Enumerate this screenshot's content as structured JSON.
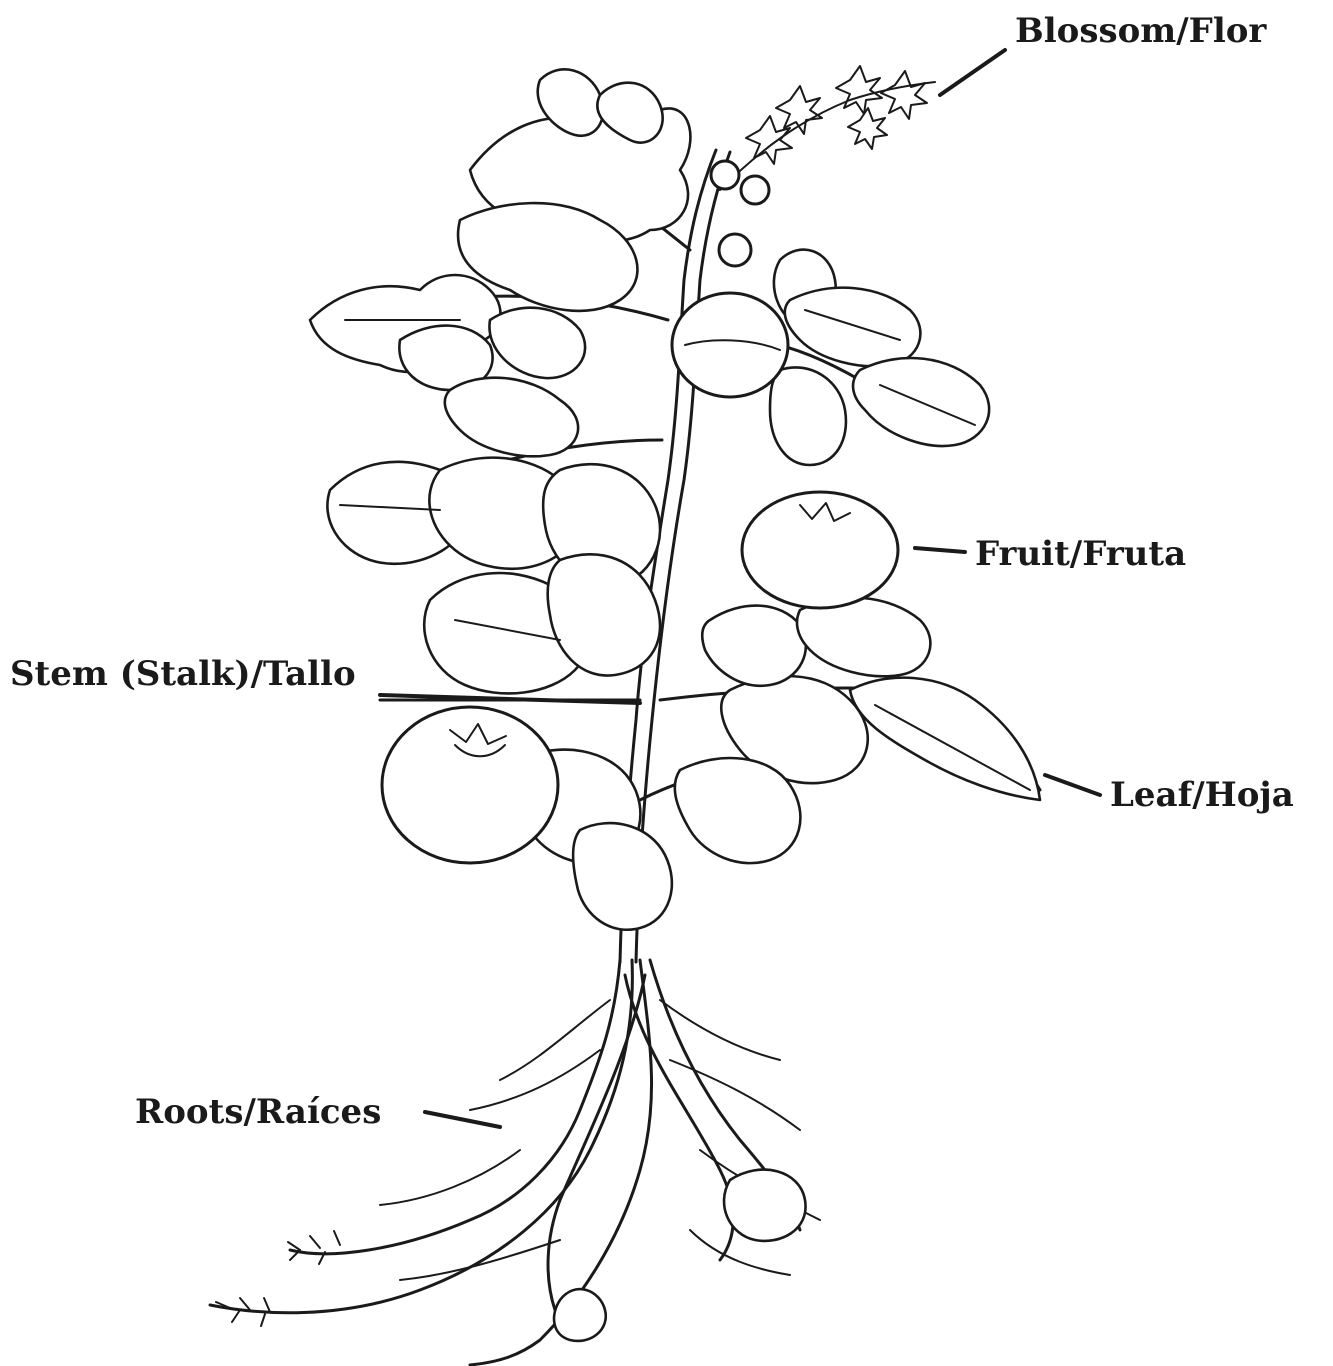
{
  "labels": {
    "blossom": "Blossom/Flor",
    "fruit": "Fruit/Fruta",
    "stem": "Stem (Stalk)/Tallo",
    "leaf": "Leaf/Hoja",
    "roots": "Roots/Raíces"
  },
  "colors": {
    "ink": "#1a1a1a",
    "background": "#ffffff"
  }
}
